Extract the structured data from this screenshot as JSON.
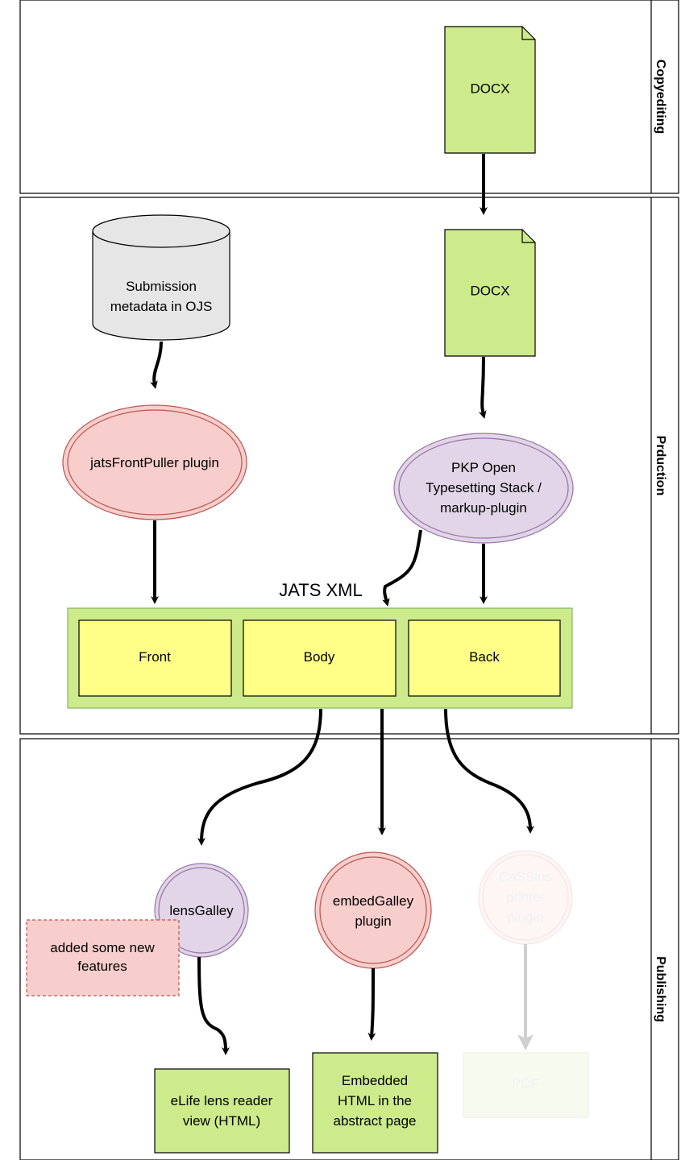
{
  "lanes": {
    "copyediting": "Copyediting",
    "production": "Prduction",
    "publishing": "Publishing"
  },
  "copyediting_doc": "DOCX",
  "production_doc": "DOCX",
  "metadata_db": [
    "Submission",
    "metadata in OJS"
  ],
  "jats_front_puller": "jatsFrontPuller plugin",
  "pkp_stack": [
    "PKP Open",
    "Typesetting Stack /",
    "markup-plugin"
  ],
  "jats_xml": {
    "title": "JATS XML",
    "sections": [
      "Front",
      "Body",
      "Back"
    ]
  },
  "lens_galley": "lensGalley",
  "embed_galley": [
    "embedGalley",
    "plugin"
  ],
  "cassius": [
    "CaSSius",
    "printer",
    "plugin"
  ],
  "note": [
    "added some new",
    "features"
  ],
  "outputs": {
    "elife": [
      "eLife lens reader",
      "view (HTML)"
    ],
    "embedded": [
      "Embedded",
      "HTML in the",
      "abstract page"
    ],
    "pdf": "PDF"
  },
  "colors": {
    "doc_fill": "#cdeb8b",
    "db_fill": "#e6e6e6",
    "red_fill": "#f8cecc",
    "purple_fill": "#e1d5e7",
    "yellow_fill": "#ffff88",
    "note_fill": "#f8cecc"
  }
}
